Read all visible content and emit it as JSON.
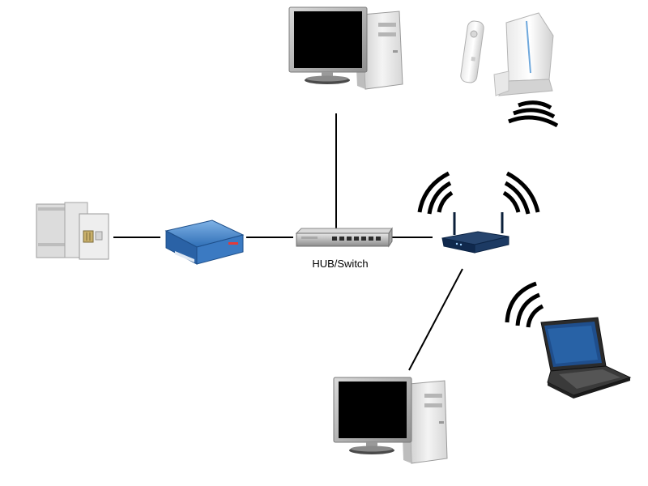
{
  "diagram": {
    "hub_label": "HUB/Switch",
    "nodes": [
      {
        "id": "desktop-top",
        "icon": "desktop-computer-icon"
      },
      {
        "id": "game-console",
        "icon": "game-console-icon"
      },
      {
        "id": "phone-jack",
        "icon": "phone-wall-jack-icon"
      },
      {
        "id": "modem",
        "icon": "modem-icon"
      },
      {
        "id": "hub",
        "icon": "network-switch-icon"
      },
      {
        "id": "router",
        "icon": "wireless-router-icon"
      },
      {
        "id": "laptop",
        "icon": "laptop-icon"
      },
      {
        "id": "desktop-bottom",
        "icon": "desktop-computer-icon"
      }
    ],
    "wired_links": [
      [
        "phone-jack",
        "modem"
      ],
      [
        "modem",
        "hub"
      ],
      [
        "hub",
        "router"
      ],
      [
        "desktop-top",
        "hub"
      ],
      [
        "router",
        "desktop-bottom"
      ]
    ],
    "wireless_links": [
      "router",
      "game-console",
      "laptop"
    ]
  }
}
